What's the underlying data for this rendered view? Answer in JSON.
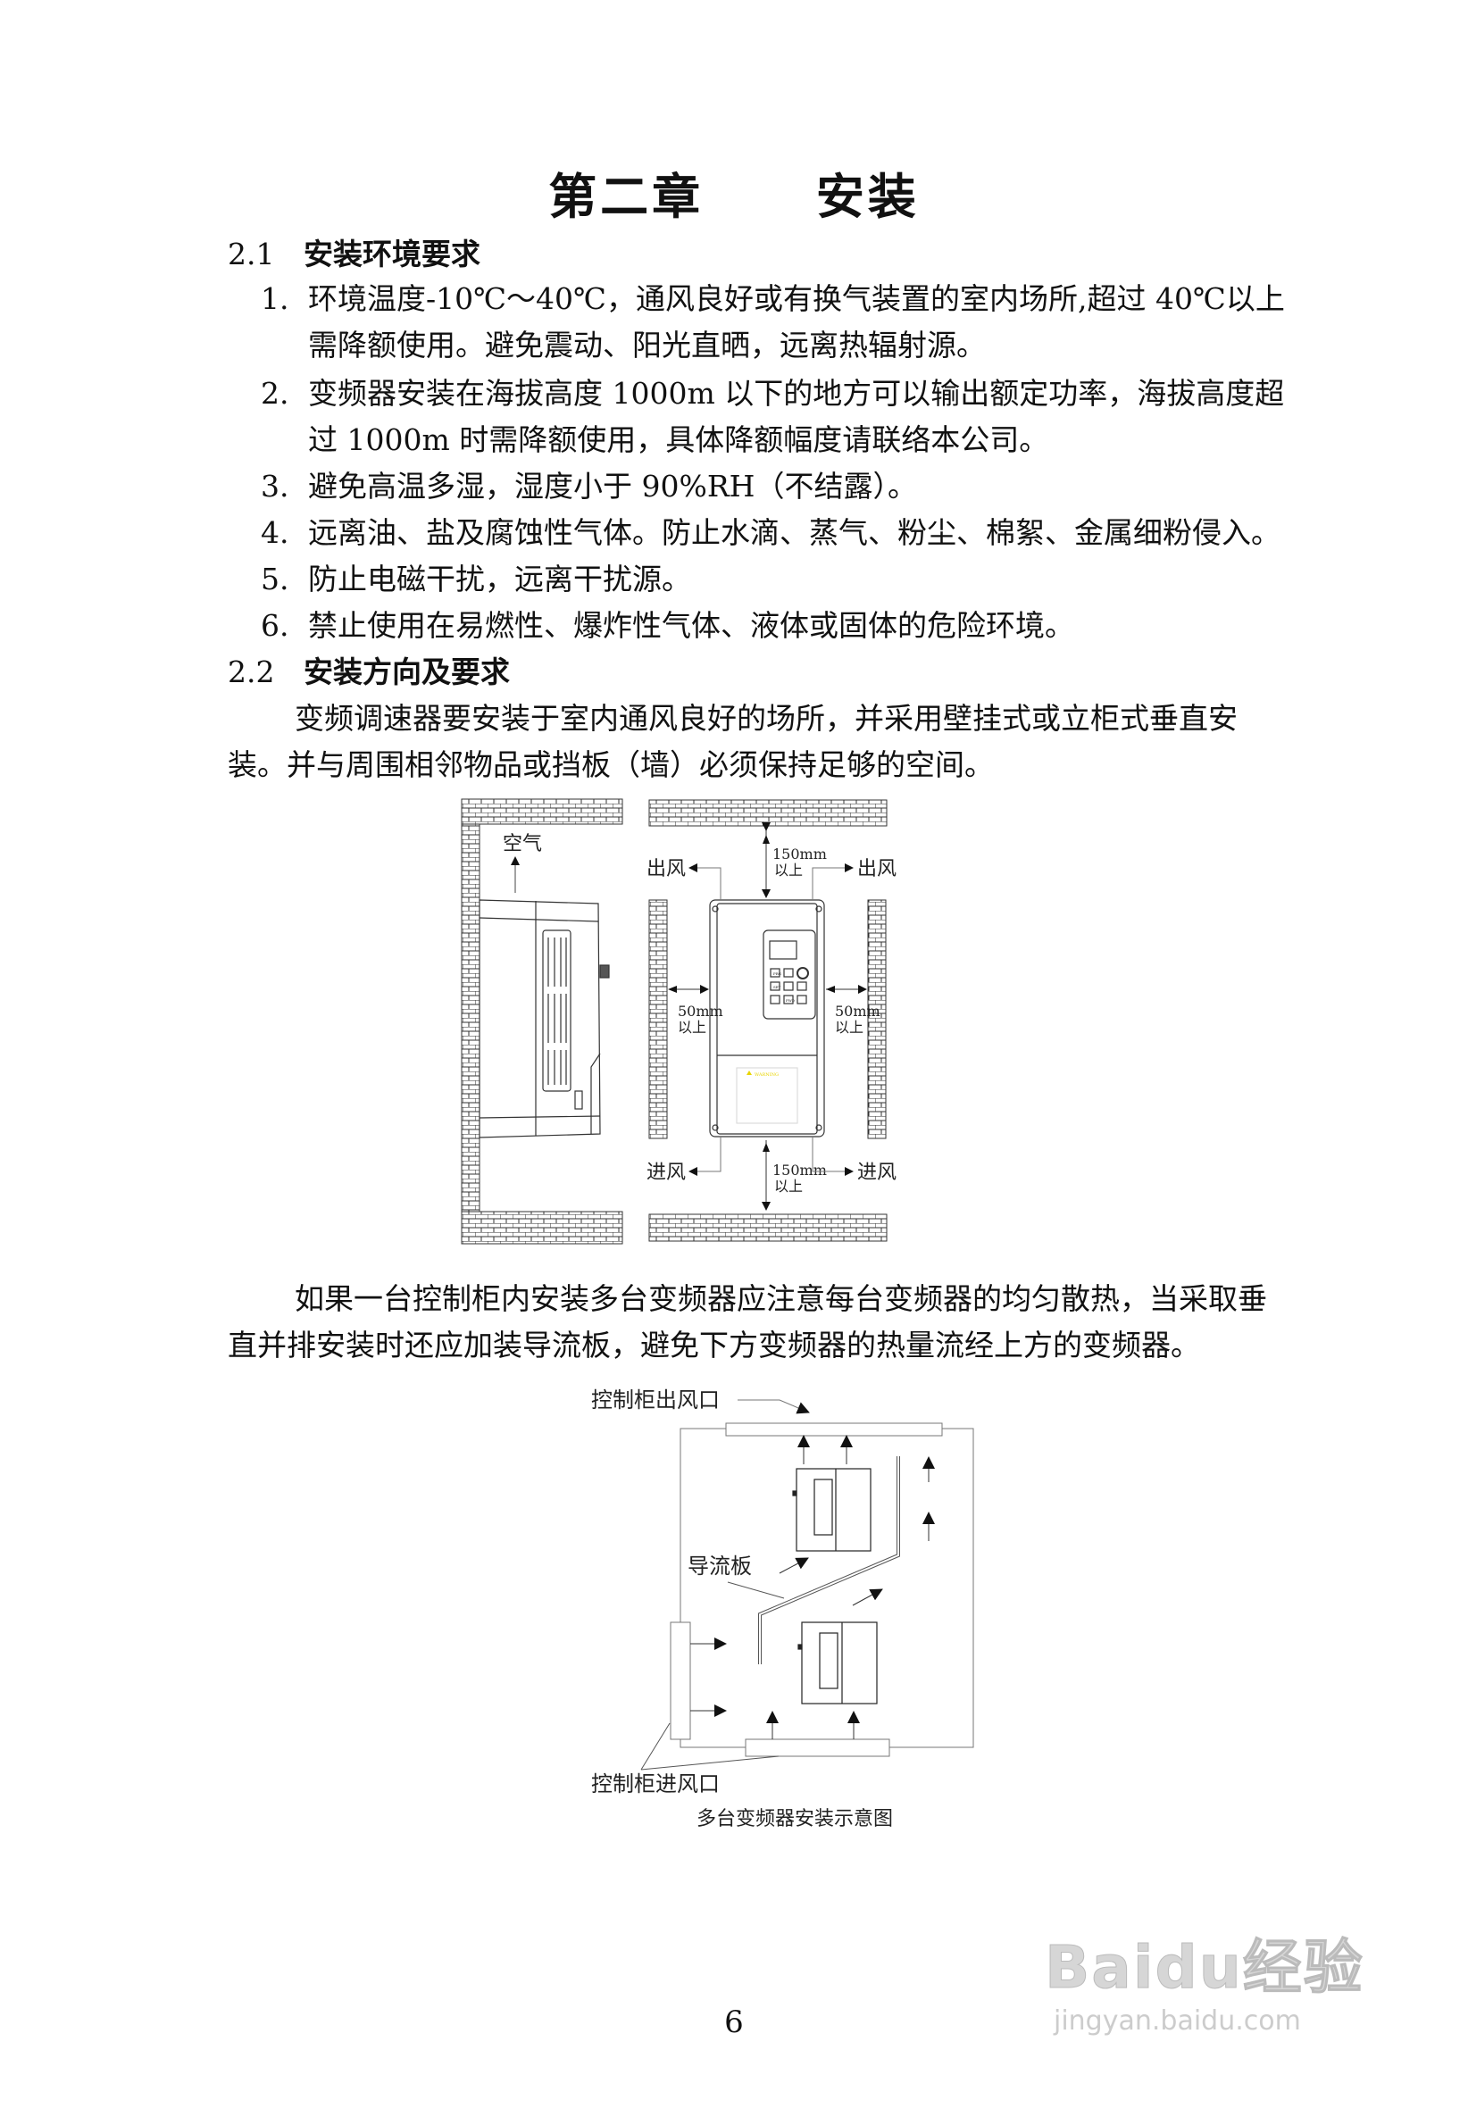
{
  "chapter_title": {
    "part1": "第二章",
    "part2": "安装"
  },
  "section_2_1": {
    "number": "2.1",
    "title": "安装环境要求",
    "items": [
      {
        "n": "1.",
        "lines": [
          "环境温度-10℃～40℃，通风良好或有换气装置的室内场所,超过 40℃以上",
          "需降额使用。避免震动、阳光直晒，远离热辐射源。"
        ]
      },
      {
        "n": "2.",
        "lines": [
          "变频器安装在海拔高度 1000m 以下的地方可以输出额定功率，海拔高度超",
          "过 1000m 时需降额使用，具体降额幅度请联络本公司。"
        ]
      },
      {
        "n": "3.",
        "lines": [
          "避免高温多湿，湿度小于 90%RH（不结露）。"
        ]
      },
      {
        "n": "4.",
        "lines": [
          "远离油、盐及腐蚀性气体。防止水滴、蒸气、粉尘、棉絮、金属细粉侵入。"
        ]
      },
      {
        "n": "5.",
        "lines": [
          "防止电磁干扰，远离干扰源。"
        ]
      },
      {
        "n": "6.",
        "lines": [
          "禁止使用在易燃性、爆炸性气体、液体或固体的危险环境。"
        ]
      }
    ]
  },
  "section_2_2": {
    "number": "2.2",
    "title": "安装方向及要求",
    "para1": [
      "变频调速器要安装于室内通风良好的场所，并采用壁挂式或立柜式垂直安",
      "装。并与周围相邻物品或挡板（墙）必须保持足够的空间。"
    ],
    "para2": [
      "如果一台控制柜内安装多台变频器应注意每台变频器的均匀散热，当采取垂",
      "直并排安装时还应加装导流板，避免下方变频器的热量流经上方的变频器。"
    ]
  },
  "figure1": {
    "air": "空气",
    "out_left": "出风",
    "out_right": "出风",
    "in_left": "进风",
    "in_right": "进风",
    "top_clearance": [
      "150mm",
      "以上"
    ],
    "bottom_clearance": [
      "150mm",
      "以上"
    ],
    "left_clearance": [
      "50mm",
      "以上"
    ],
    "right_clearance": [
      "50mm",
      "以上"
    ],
    "keypad": {
      "prg": "PRG",
      "set": "SET",
      "fwd": "FWD",
      "warning": "WARNING"
    }
  },
  "figure2": {
    "outlet_label": "控制柜出风口",
    "deflector_label": "导流板",
    "inlet_label": "控制柜进风口",
    "caption": "多台变频器安装示意图"
  },
  "page_number": "6",
  "watermark": {
    "brand": "Baidu经验",
    "url": "jingyan.baidu.com"
  }
}
